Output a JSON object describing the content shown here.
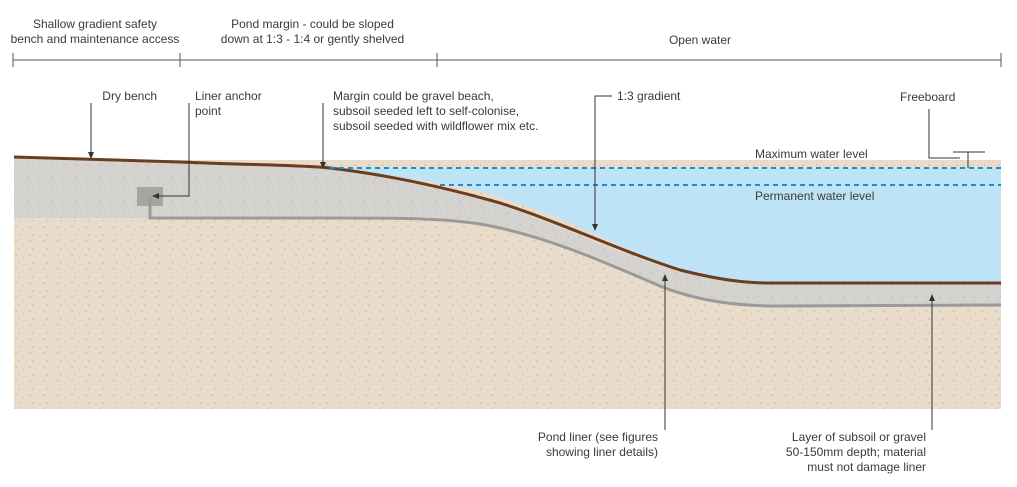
{
  "zones": {
    "bench": [
      "Shallow gradient safety",
      "bench and maintenance access"
    ],
    "margin": [
      "Pond margin - could be sloped",
      "down at 1:3 - 1:4 or gently shelved"
    ],
    "open": "Open water"
  },
  "labels": {
    "dry_bench": "Dry bench",
    "liner_anchor": [
      "Liner anchor",
      "point"
    ],
    "margin_note": [
      "Margin could be gravel beach,",
      "subsoil seeded left to self-colonise,",
      "subsoil seeded with wildflower mix etc."
    ],
    "gradient": "1:3 gradient",
    "freeboard": "Freeboard",
    "max_water": "Maximum water level",
    "perm_water": "Permanent water level",
    "pond_liner": [
      "Pond liner (see figures",
      "showing liner details)"
    ],
    "subsoil_layer": [
      "Layer of subsoil or gravel",
      "50-150mm depth; material",
      "must not damage liner"
    ]
  },
  "colors": {
    "soil": "#e9dccb",
    "subsoil": "#d5d3d0",
    "water": "#bfe3f6",
    "topsoil_line": "#6b3e1f",
    "liner_line": "#9a9a9a",
    "water_dash": "#1b8fc9",
    "leader": "#333333"
  }
}
